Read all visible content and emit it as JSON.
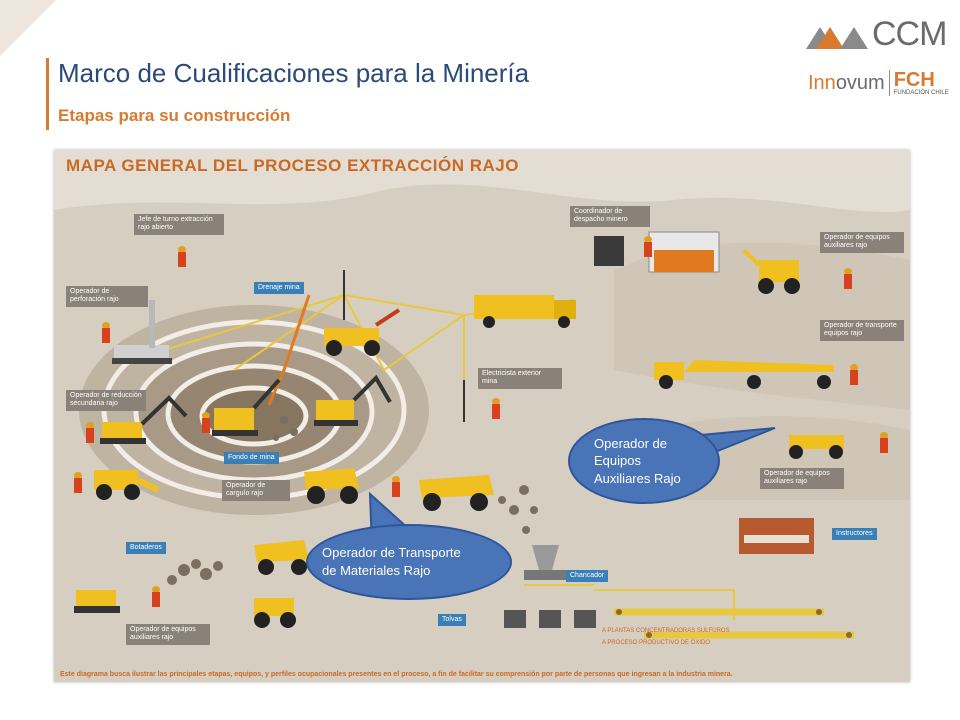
{
  "header": {
    "title": "Marco de Cualificaciones para la Minería",
    "subtitle": "Etapas para su construcción"
  },
  "logos": {
    "ccm": "CCM",
    "innovum_prefix": "Inn",
    "innovum_rest": "ovum",
    "fch": "FCH",
    "fch_caption": "FUNDACIÓN CHILE"
  },
  "map": {
    "title": "MAPA GENERAL DEL PROCESO EXTRACCIÓN RAJO",
    "labels": {
      "jefe_turno": "Jefe de turno extracción rajo abierto",
      "drenaje": "Drenaje mina",
      "op_perforacion": "Operador de perforación rajo",
      "coordinador": "Coordinador de despacho minero",
      "op_aux_top": "Operador de equipos auxiliares rajo",
      "op_transporte_equipos": "Operador de transporte equipos rajo",
      "electricista": "Electricista exterior mina",
      "op_reduccion": "Operador de reducción secundaria rajo",
      "fondo_mina": "Fondo de mina",
      "op_carguio": "Operador de carguío rajo",
      "op_aux_right": "Operador de equipos auxiliares rajo",
      "instructores": "Instructores",
      "botaderos": "Botaderos",
      "chancador": "Chancador",
      "tolvas": "Tolvas",
      "op_aux_bottom": "Operador de equipos auxiliares rajo",
      "plantas": "A PLANTAS CONCENTRADORAS SULFUROS",
      "proceso": "A PROCESO PRODUCTIVO DE ÓXIDO"
    },
    "footnote": "Este diagrama busca ilustrar las principales etapas, equipos, y perfiles ocupacionales presentes en el proceso, a fin de facilitar su comprensión por parte de personas que ingresan a la industria minera."
  },
  "callouts": {
    "auxiliares": [
      "Operador de",
      "Equipos",
      "Auxiliares Rajo"
    ],
    "transporte": [
      "Operador de Transporte",
      "de Materiales Rajo"
    ]
  },
  "colors": {
    "title": "#2b4a78",
    "accent": "#d87a30",
    "bubble": "#4a74b8",
    "machine": "#f0c020"
  }
}
